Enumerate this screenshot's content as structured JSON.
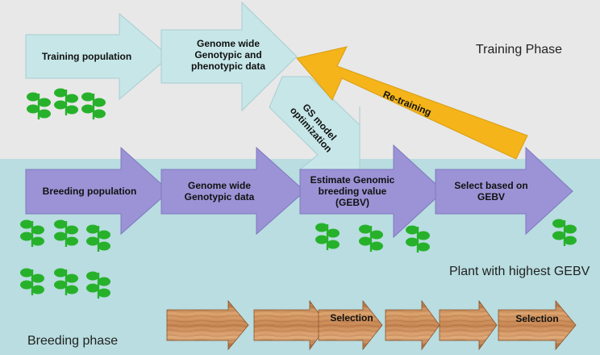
{
  "phases": {
    "training": "Training Phase",
    "breeding": "Breeding phase"
  },
  "training_row": {
    "population": "Training population",
    "genotype_phenotype": "Genome wide Genotypic  and phenotypic data"
  },
  "gs_model": "GS model optimization",
  "retraining": "Re-training",
  "breeding_row": {
    "population": "Breeding population",
    "genotype": "Genome wide Genotypic data",
    "estimate": "Estimate Genomic breeding value (GEBV)",
    "select": "Select based on GEBV"
  },
  "highest_label": "Plant with highest GEBV",
  "timeline": {
    "selection_1": "Selection",
    "selection_2": "Selection"
  },
  "colors": {
    "training_bg": "#e8e8e8",
    "breeding_bg": "#b9dde0",
    "training_arrow": "#c6e6e8",
    "breeding_arrow": "#9b93d6",
    "retrain_arrow": "#f4b41a",
    "wood": "#c88a55",
    "plant": "#27b12b"
  }
}
